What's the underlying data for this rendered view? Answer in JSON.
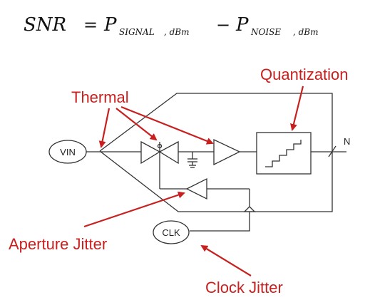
{
  "equation": {
    "lhs": "SNR",
    "equals": "=",
    "signal_symbol": "P",
    "signal_sub": "SIGNAL",
    "signal_unit": ", dBm",
    "minus": "−",
    "noise_symbol": "P",
    "noise_sub": "NOISE",
    "noise_unit": ", dBm"
  },
  "labels": {
    "thermal": "Thermal",
    "quantization": "Quantization",
    "aperture_jitter": "Aperture Jitter",
    "clock_jitter": "Clock Jitter",
    "vin": "VIN",
    "clk": "CLK",
    "bus_width": "N"
  },
  "colors": {
    "annotation": "#c8201f",
    "line": "#333333"
  }
}
